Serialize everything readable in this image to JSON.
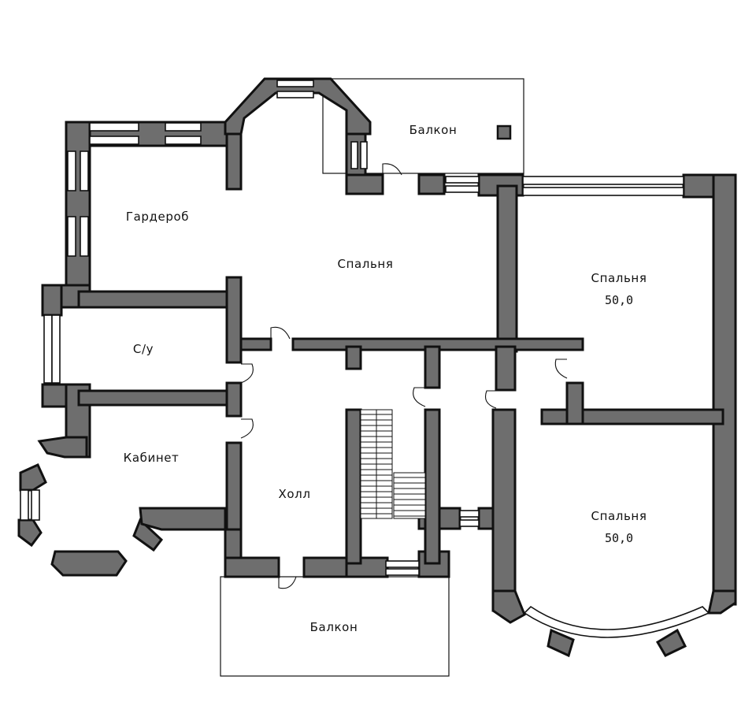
{
  "plan": {
    "colors": {
      "wall_fill": "#6e6e6e",
      "wall_stroke": "#111111",
      "background": "#ffffff"
    },
    "rooms": [
      {
        "id": "wardrobe",
        "label": "Гардероб"
      },
      {
        "id": "bedroom-main",
        "label": "Спальня"
      },
      {
        "id": "balcony-top",
        "label": "Балкон"
      },
      {
        "id": "bedroom-ne",
        "label": "Спальня",
        "area": "50,0"
      },
      {
        "id": "bathroom",
        "label": "С/у"
      },
      {
        "id": "study",
        "label": "Кабинет"
      },
      {
        "id": "hall",
        "label": "Холл"
      },
      {
        "id": "bedroom-se",
        "label": "Спальня",
        "area": "50,0"
      },
      {
        "id": "balcony-bottom",
        "label": "Балкон"
      }
    ]
  }
}
